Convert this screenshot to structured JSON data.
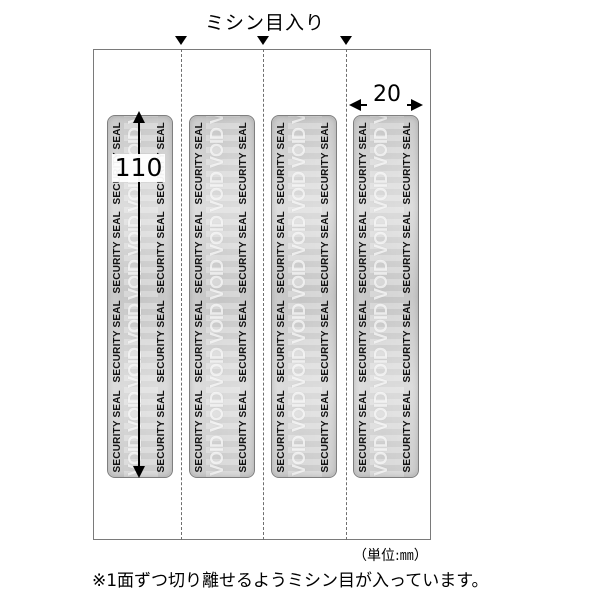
{
  "diagram": {
    "title": "ミシン目入り",
    "dimensions": {
      "height_label": "110",
      "width_label": "20",
      "unit_label": "（単位:㎜）"
    },
    "note": "※1面ずつ切り離せるようミシン目が入っています。",
    "seal_text": "SECURITY SEAL",
    "void_text": "VOID VOID VOID VOID VOID VOID VOID VOID VOID VOID VOID VOID VOID VOID",
    "colors": {
      "seal_fill": "#cccccc",
      "seal_border": "#7f7f7f",
      "text": "#111111"
    }
  }
}
